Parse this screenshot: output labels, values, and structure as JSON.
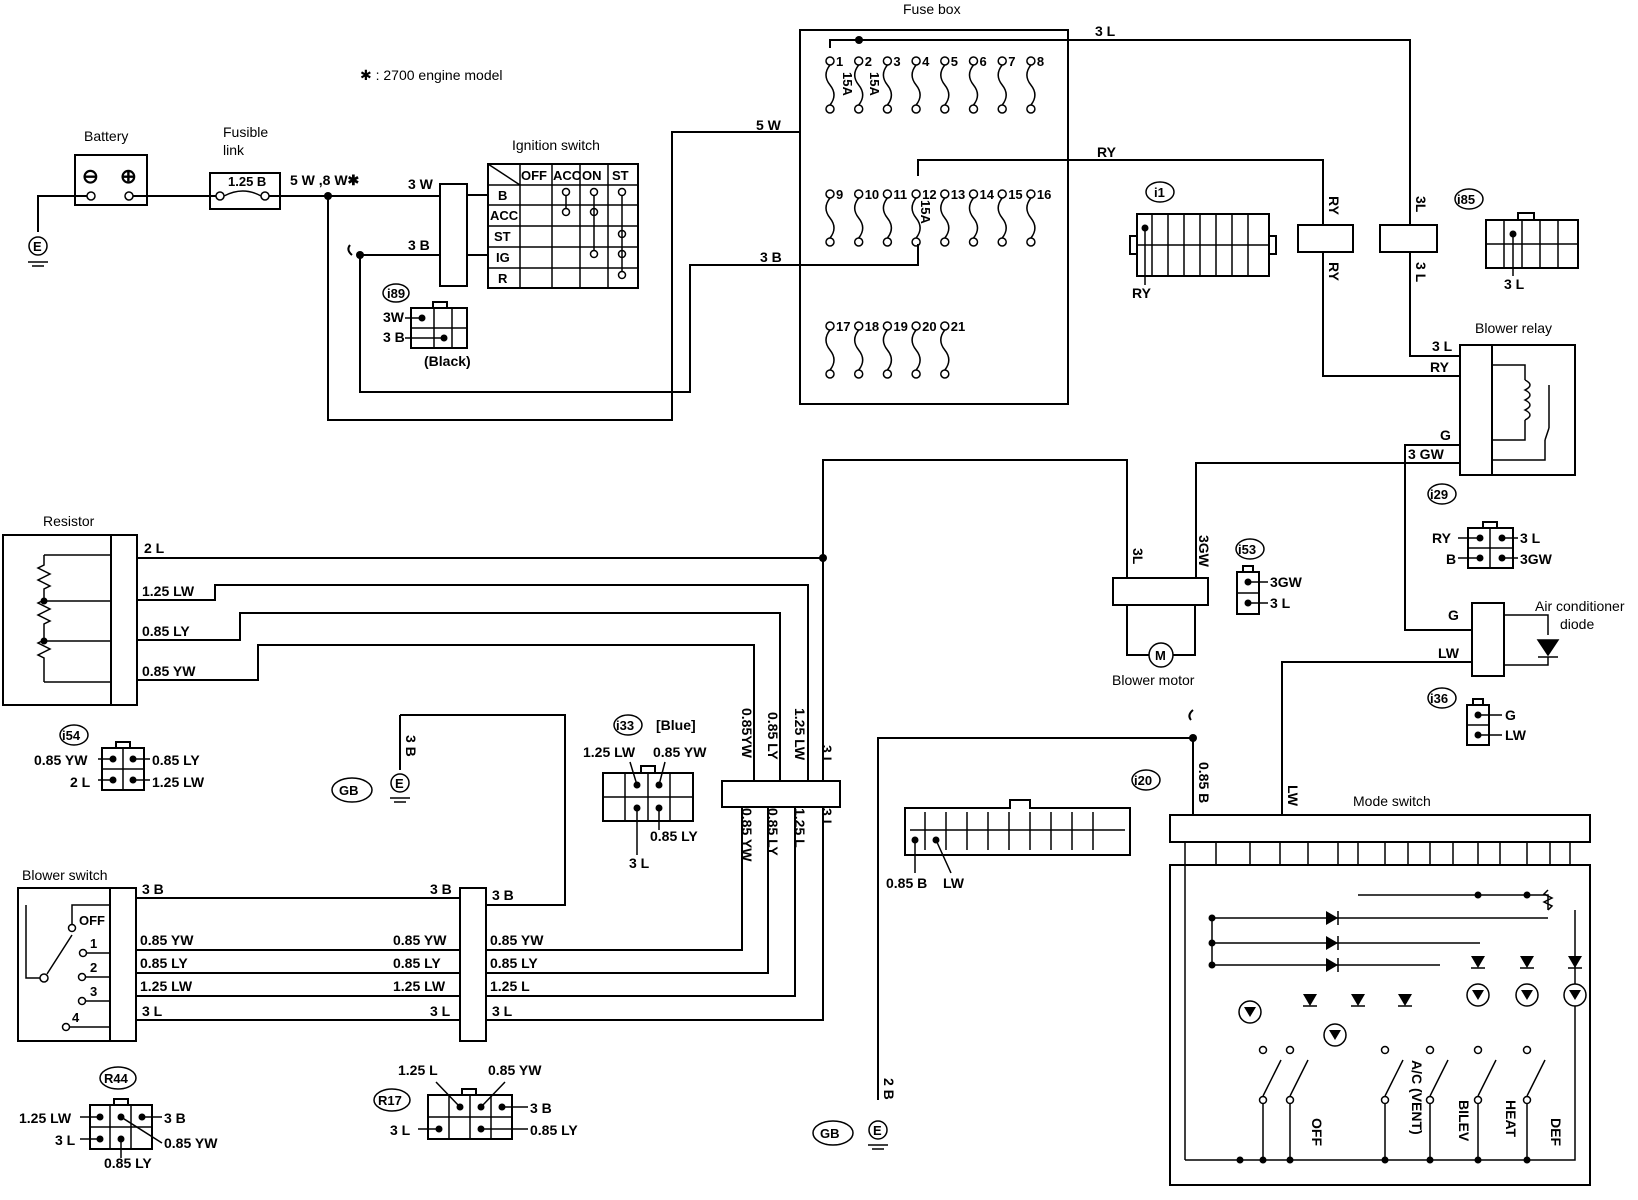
{
  "note": "✱ : 2700 engine model",
  "components": {
    "battery": "Battery",
    "fusible_link": [
      "Fusible",
      "link"
    ],
    "fusible_rating": "1.25 B",
    "ignition_switch": "Ignition switch",
    "fuse_box": "Fuse box",
    "blower_relay": "Blower relay",
    "resistor": "Resistor",
    "blower_motor": "Blower motor",
    "blower_switch": "Blower switch",
    "mode_switch": "Mode switch",
    "ac_diode": [
      "Air conditioner",
      "diode"
    ],
    "battery_minus": "⊖",
    "battery_plus": "⊕",
    "motor_m": "M"
  },
  "ignition_table": {
    "columns": [
      "OFF",
      "ACC",
      "ON",
      "ST"
    ],
    "rows": [
      "B",
      "ACC",
      "ST",
      "IG",
      "R"
    ]
  },
  "fuses": {
    "row1": [
      "1",
      "2",
      "3",
      "4",
      "5",
      "6",
      "7",
      "8"
    ],
    "row2": [
      "9",
      "10",
      "11",
      "12",
      "13",
      "14",
      "15",
      "16"
    ],
    "row3": [
      "17",
      "18",
      "19",
      "20",
      "21"
    ],
    "ratings": [
      "15A",
      "15A",
      "15A"
    ]
  },
  "connectors": {
    "i89": "i89",
    "i89_color": "(Black)",
    "i1": "i1",
    "i85": "i85",
    "i29": "i29",
    "i53": "i53",
    "i36": "i36",
    "i54": "i54",
    "i33": "i33",
    "i33_color": "[Blue]",
    "i20": "i20",
    "r44": "R44",
    "r17": "R17",
    "gb1": "GB",
    "gb2": "GB",
    "ground": "E"
  },
  "wires": {
    "w5_8": "5 W ,8 W✱",
    "w3w": "3 W",
    "w3b": "3 B",
    "w5w": "5 W",
    "w3b_fuse": "3 B",
    "w3l_top": "3 L",
    "wry_top": "RY",
    "ry_v1": "RY",
    "ry_v2": "RY",
    "l3_v1": "3L",
    "l3_v2": "3 L",
    "i1_ry": "RY",
    "i85_3l": "3 L",
    "relay_3l": "3 L",
    "relay_ry": "RY",
    "relay_g": "G",
    "relay_3gw": "3 GW",
    "i89_3w": "3W",
    "i89_3b": "3 B",
    "r_2l": "2 L",
    "r_125lw": "1.25 LW",
    "r_085ly": "0.85 LY",
    "r_085yw": "0.85 YW",
    "bm_3l": "3L",
    "bm_3gw": "3GW",
    "i53_3gw": "3GW",
    "i53_3l": "3 L",
    "i29_ry": "RY",
    "i29_3l": "3 L",
    "i29_b": "B",
    "i29_3gw": "3GW",
    "diode_g": "G",
    "diode_lw": "LW",
    "i36_g": "G",
    "i36_lw": "LW",
    "i54_085yw": "0.85 YW",
    "i54_085ly": "0.85 LY",
    "i54_2l": "2 L",
    "i54_125lw": "1.25 LW",
    "gb_3b": "3 B",
    "i33_125lw": "1.25 LW",
    "i33_085yw": "0.85 YW",
    "i33_085ly": "0.85 LY",
    "i33_3l": "3 L",
    "v_085yw": "0.85YW",
    "v_085ly": "0.85 LY",
    "v_125lw": "1.25 LW",
    "v_3l": "3 L",
    "v2_085yw": "0.85 YW",
    "v2_085ly": "0.85 LY",
    "v2_125l": "1.25 L",
    "v2_3l": "3 L",
    "mode_085b": "0.85 B",
    "mode_lw": "LW",
    "i20_085b": "0.85 B",
    "i20_lw": "LW",
    "gb2_2b": "2 B",
    "bs_3b1": "3 B",
    "bs_3b2": "3 B",
    "bs_3b3": "3 B",
    "bs_yw1": "0.85 YW",
    "bs_yw2": "0.85 YW",
    "bs_yw3": "0.85 YW",
    "bs_ly1": "0.85 LY",
    "bs_ly2": "0.85 LY",
    "bs_ly3": "0.85 LY",
    "bs_lw1": "1.25 LW",
    "bs_lw2": "1.25 LW",
    "bs_l3": "1.25 L",
    "bs_3l1": "3 L",
    "bs_3l2": "3 L",
    "bs_3l3": "3 L",
    "r44_125lw": "1.25 LW",
    "r44_3b": "3 B",
    "r44_3l": "3 L",
    "r44_085yw": "0.85 YW",
    "r44_085ly": "0.85 LY",
    "r17_125l": "1.25 L",
    "r17_085yw": "0.85 YW",
    "r17_3b": "3 B",
    "r17_3l": "3 L",
    "r17_085ly": "0.85 LY"
  },
  "blower_switch_positions": [
    "OFF",
    "1",
    "2",
    "3",
    "4"
  ],
  "mode_positions": [
    "OFF",
    "A/C (VENT)",
    "BILEV",
    "HEAT",
    "DEF"
  ]
}
